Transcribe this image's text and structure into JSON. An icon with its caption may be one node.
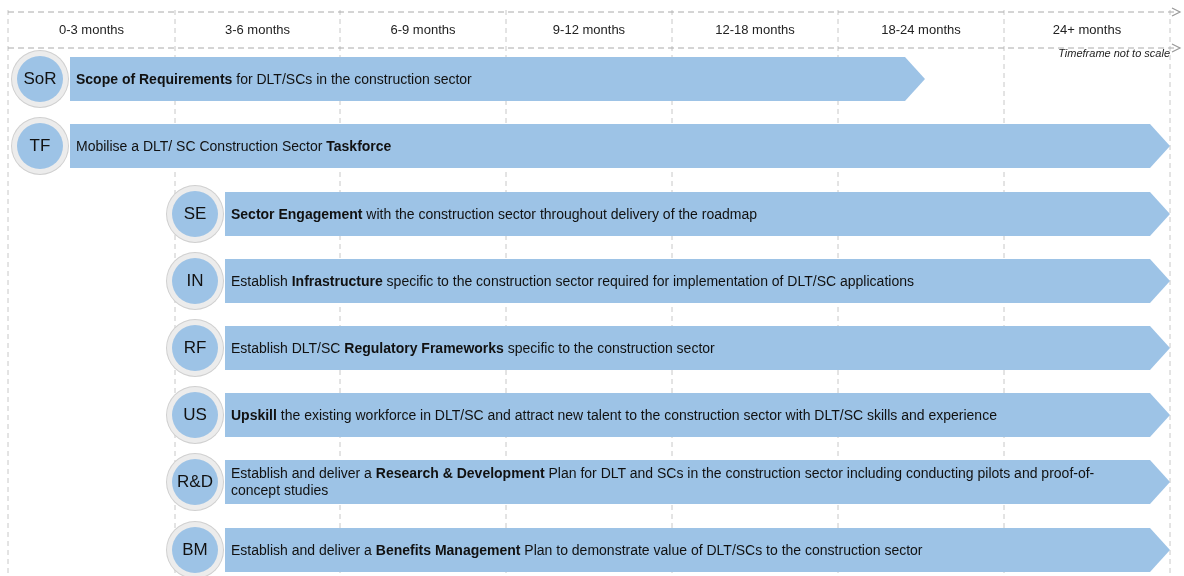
{
  "diagram": {
    "nodes": [
      {
        "text": [
          "SoR"
        ]
      },
      {
        "text": [
          "**Scope of Requirements** for DLT/SCs in the construction sector"
        ]
      },
      {
        "text": [
          "TF"
        ]
      },
      {
        "text": [
          "Mobilise a DLT/ SC Construction Sector **Taskforce**"
        ]
      },
      {
        "text": [
          "SE"
        ]
      },
      {
        "text": [
          "**Sector Engagement** with the construction sector throughout delivery of the roadmap"
        ]
      },
      {
        "text": [
          "IN"
        ]
      },
      {
        "text": [
          "Establish **Infrastructure** specific to the construction sector required for implementation of DLT/SC applications"
        ]
      },
      {
        "text": [
          "RF"
        ]
      },
      {
        "text": [
          "Establish DLT/SC **Regulatory Frameworks** specific to the construction sector"
        ]
      },
      {
        "text": [
          "US"
        ]
      },
      {
        "text": [
          "**Upskill** the existing workforce in DLT/SC and attract new talent to the construction sector with DLT/SC skills and experience"
        ]
      },
      {
        "text": [
          "R&D"
        ]
      },
      {
        "text": [
          "Establish and deliver a **Research & Development** Plan for DLT and SCs in the construction sector including conducting pilots and proof-of-concept studies"
        ]
      },
      {
        "text": [
          "BM"
        ]
      },
      {
        "text": [
          "Establish and deliver a **Benefits Management** Plan to demonstrate value of DLT/SCs to the construction sector"
        ]
      }
    ],
    "labels": [
      "0-3 months",
      "3-6 months",
      "6-9 months",
      "9-12 months",
      "12-18 months",
      "18-24 months",
      "24+ months",
      "Timeframe not to scale"
    ]
  }
}
